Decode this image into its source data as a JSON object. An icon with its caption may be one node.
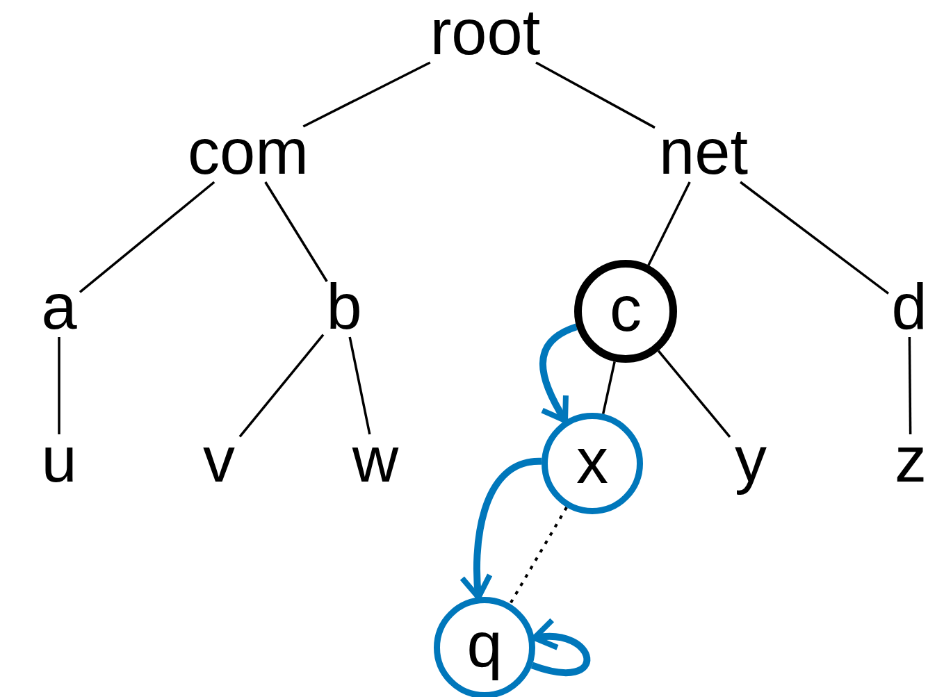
{
  "diagram": {
    "nodes": [
      {
        "text": [
          "root"
        ]
      },
      {
        "text": [
          "com"
        ]
      },
      {
        "text": [
          "net"
        ]
      },
      {
        "text": [
          "a"
        ]
      },
      {
        "text": [
          "b"
        ]
      },
      {
        "text": [
          "c"
        ]
      },
      {
        "text": [
          "d"
        ]
      },
      {
        "text": [
          "u"
        ]
      },
      {
        "text": [
          "v"
        ]
      },
      {
        "text": [
          "w"
        ]
      },
      {
        "text": [
          "x"
        ]
      },
      {
        "text": [
          "y"
        ]
      },
      {
        "text": [
          "z"
        ]
      },
      {
        "text": [
          "q"
        ]
      }
    ],
    "edges": [
      {
        "from": 0,
        "to": 1,
        "arrow": "none"
      },
      {
        "from": 0,
        "to": 2,
        "arrow": "none"
      },
      {
        "from": 1,
        "to": 3,
        "arrow": "none"
      },
      {
        "from": 1,
        "to": 4,
        "arrow": "none"
      },
      {
        "from": 2,
        "to": 5,
        "arrow": "none"
      },
      {
        "from": 2,
        "to": 6,
        "arrow": "none"
      },
      {
        "from": 3,
        "to": 7,
        "arrow": "none"
      },
      {
        "from": 4,
        "to": 8,
        "arrow": "none"
      },
      {
        "from": 4,
        "to": 9,
        "arrow": "none"
      },
      {
        "from": 5,
        "to": 10,
        "arrow": "none"
      },
      {
        "from": 5,
        "to": 11,
        "arrow": "none"
      },
      {
        "from": 6,
        "to": 12,
        "arrow": "none"
      },
      {
        "from": 10,
        "to": 13,
        "arrow": "none",
        "style": "dashed"
      },
      {
        "from": 5,
        "to": 10,
        "arrow": "to",
        "style": "thick",
        "color": "#0077bb"
      },
      {
        "from": 10,
        "to": 13,
        "arrow": "to",
        "style": "thick",
        "color": "#0077bb"
      },
      {
        "from": 13,
        "to": 13,
        "arrow": "to",
        "style": "thick",
        "color": "#0077bb"
      }
    ]
  }
}
